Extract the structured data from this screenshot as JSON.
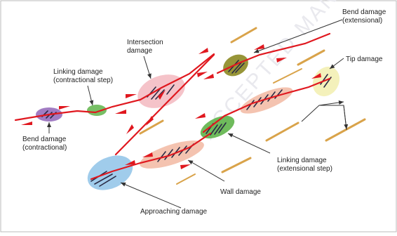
{
  "labels": {
    "intersection_line1": "Intersection",
    "intersection_line2": "damage",
    "linking_contr_line1": "Linking damage",
    "linking_contr_line2": "(contractional step)",
    "bend_ext_line1": "Bend damage",
    "bend_ext_line2": "(extensional)",
    "tip": "Tip damage",
    "bend_contr_line1": "Bend damage",
    "bend_contr_line2": "(contractional)",
    "linking_ext_line1": "Linking damage",
    "linking_ext_line2": "(extensional step)",
    "wall": "Wall damage",
    "approaching": "Approaching damage"
  },
  "colors": {
    "fault": "#e0181f",
    "arrow": "#e0181f",
    "leader": "#333333",
    "purple_zone": "#8a5bb4",
    "green_zone": "#5fb44a",
    "olive_zone": "#8c8a22",
    "pink_zone": "#f3b8c0",
    "salmon_zone": "#f1b49c",
    "blue_zone": "#8fc3e8",
    "yellow_zone": "#f3efb4",
    "fracture": "#2b2b45",
    "background_fault": "#d9a34a"
  },
  "watermark": "ACCEPTED MANUSCRIPT"
}
